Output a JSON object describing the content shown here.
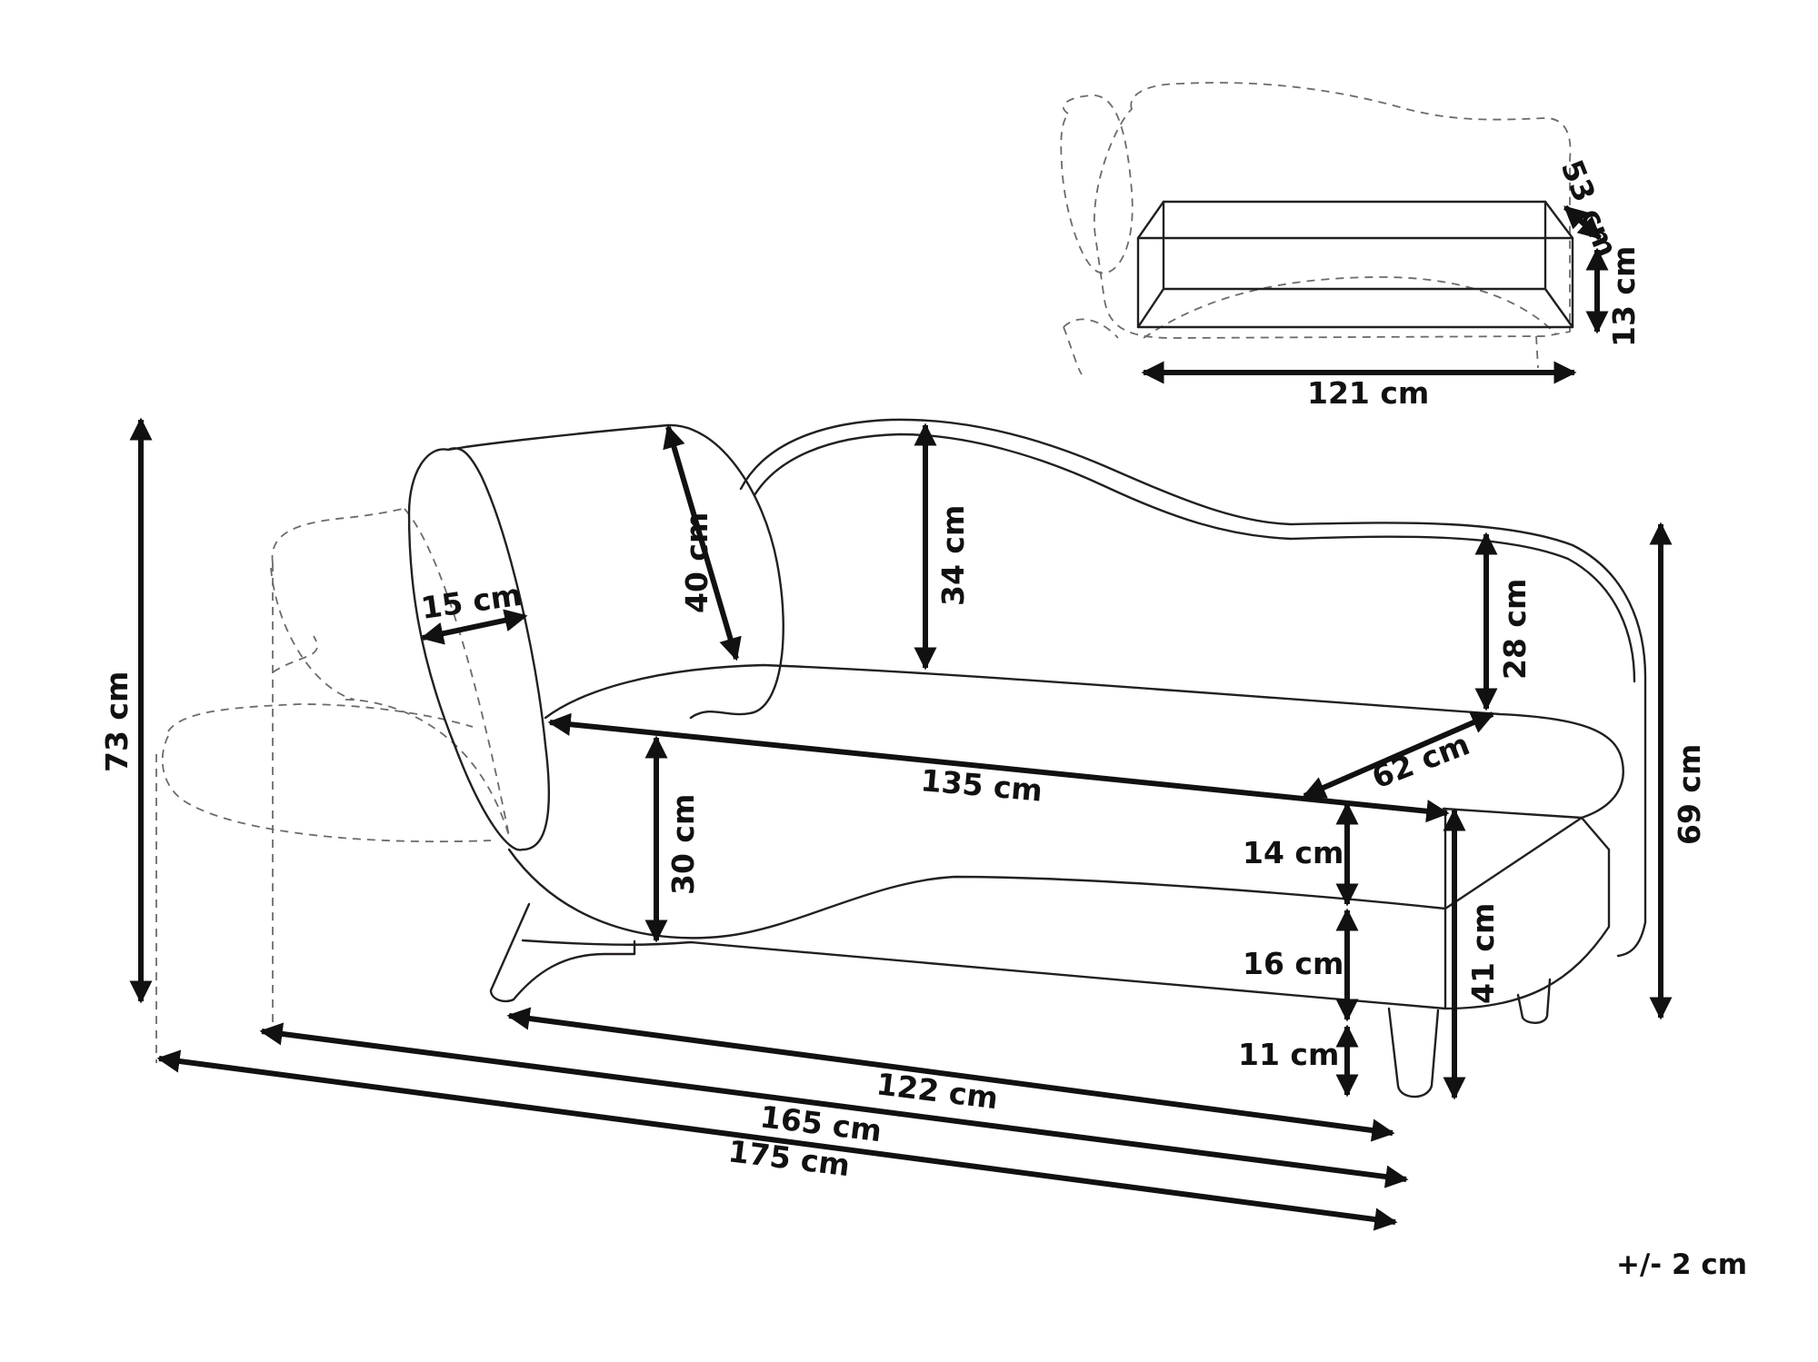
{
  "diagram": {
    "tolerance": "+/- 2 cm",
    "dimensions": {
      "storage_width": "121 cm",
      "storage_depth": "53 cm",
      "storage_height": "13 cm",
      "bolster_depth": "15 cm",
      "bolster_diameter": "40 cm",
      "backrest_height": "34 cm",
      "armrest_height": "28 cm",
      "seat_width": "135 cm",
      "seat_depth": "62 cm",
      "seat_front_height": "30 cm",
      "cushion_height": "14 cm",
      "base_height": "16 cm",
      "leg_height": "11 cm",
      "seat_height": "41 cm",
      "back_height": "69 cm",
      "total_height": "73 cm",
      "base_length": "122 cm",
      "length_without_bolster": "165 cm",
      "total_length": "175 cm"
    }
  }
}
